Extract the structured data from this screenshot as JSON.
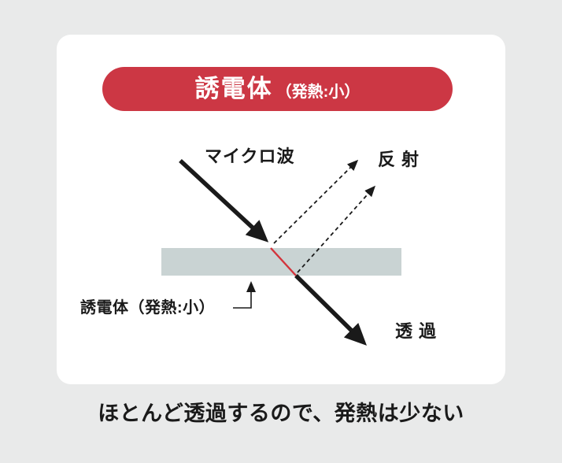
{
  "card": {
    "badge": {
      "title": "誘電体",
      "subtitle": "（発熱:小）"
    },
    "diagram": {
      "labels": {
        "incident": "マイクロ波",
        "reflection": "反射",
        "transmission": "透過",
        "slab": "誘電体（発熱:小）"
      }
    }
  },
  "caption": "ほとんど透過するので、発熱は少ない",
  "colors": {
    "background": "#e9eaea",
    "card": "#ffffff",
    "badge": "#cc3744",
    "badge_text": "#ffffff",
    "slab": "#c9d3d3",
    "beam": "#1a1a1a",
    "heat_segment": "#d3333b",
    "text": "#1a1a1a"
  }
}
